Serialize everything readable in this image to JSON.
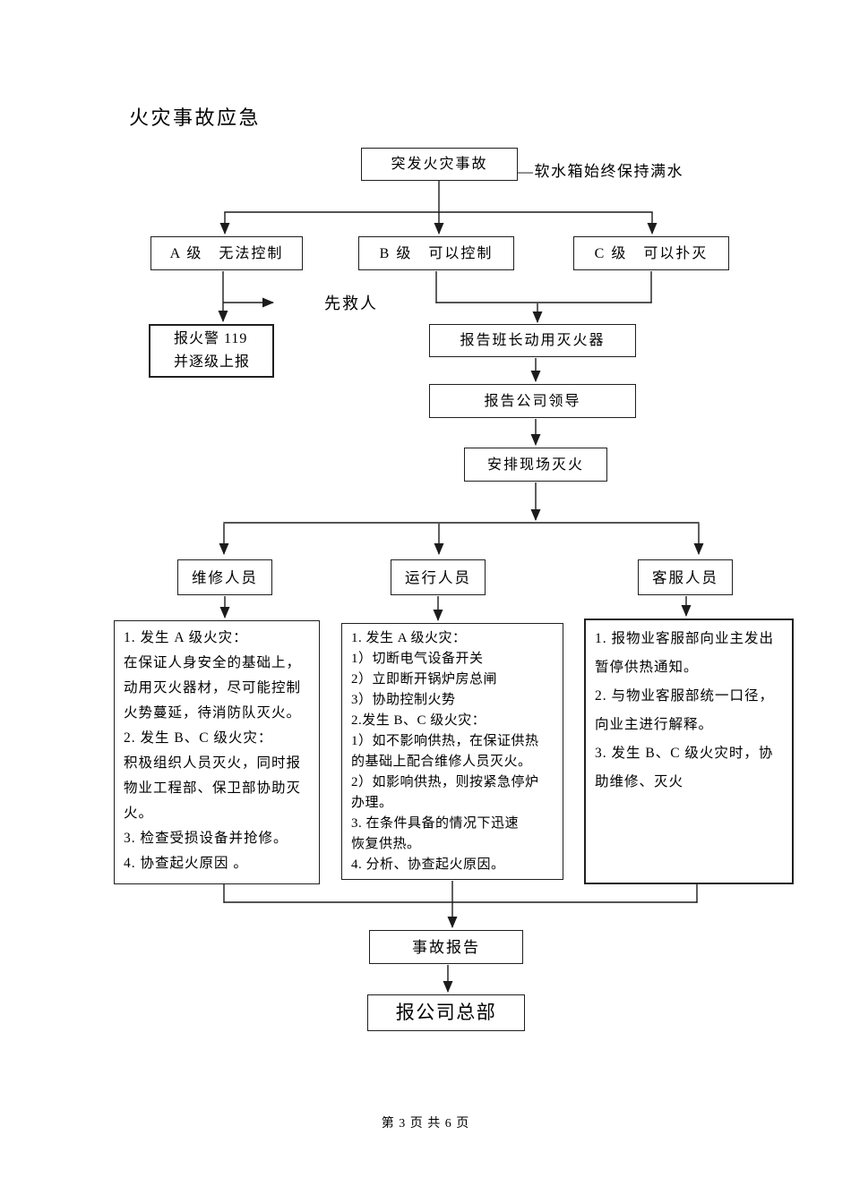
{
  "page": {
    "title": "火灾事故应急",
    "footer": "第 3 页 共 6 页"
  },
  "flow": {
    "start": "突发火灾事故",
    "note": "—软水箱始终保持满水",
    "level_a": "A 级　无法控制",
    "level_b": "B 级　可以控制",
    "level_c": "C 级　可以扑灭",
    "first_rescue": "先救人",
    "fire_alarm": "报火警 119\n并逐级上报",
    "report_leader": "报告班长动用灭火器",
    "report_company": "报告公司领导",
    "arrange": "安排现场灭火",
    "role_maintenance": "维修人员",
    "role_operation": "运行人员",
    "role_service": "客服人员",
    "duties_maintenance": "1. 发生 A 级火灾：\n在保证人身安全的基础上，\n动用灭火器材，尽可能控制\n火势蔓延，待消防队灭火。\n2. 发生 B、C 级火灾：\n积极组织人员灭火，同时报\n物业工程部、保卫部协助灭\n火。\n3. 检查受损设备并抢修。\n4. 协查起火原因 。",
    "duties_operation": "1. 发生 A 级火灾：\n1）切断电气设备开关\n2）立即断开锅炉房总闸\n3）协助控制火势\n2.发生 B、C 级火灾：\n1）如不影响供热，在保证供热\n的基础上配合维修人员灭火。\n2）如影响供热，则按紧急停炉\n办理。\n3. 在条件具备的情况下迅速\n恢复供热。\n4. 分析、协查起火原因。",
    "duties_service": "1. 报物业客服部向业主发出\n暂停供热通知。\n2. 与物业客服部统一口径，\n向业主进行解释。\n3. 发生 B、C 级火灾时，协\n助维修、灭火",
    "accident_report": "事故报告",
    "report_hq": "报公司总部"
  },
  "colors": {
    "line": "#1c1c1c",
    "border": "#1f1f1f",
    "text": "#000000",
    "background": "#ffffff"
  }
}
